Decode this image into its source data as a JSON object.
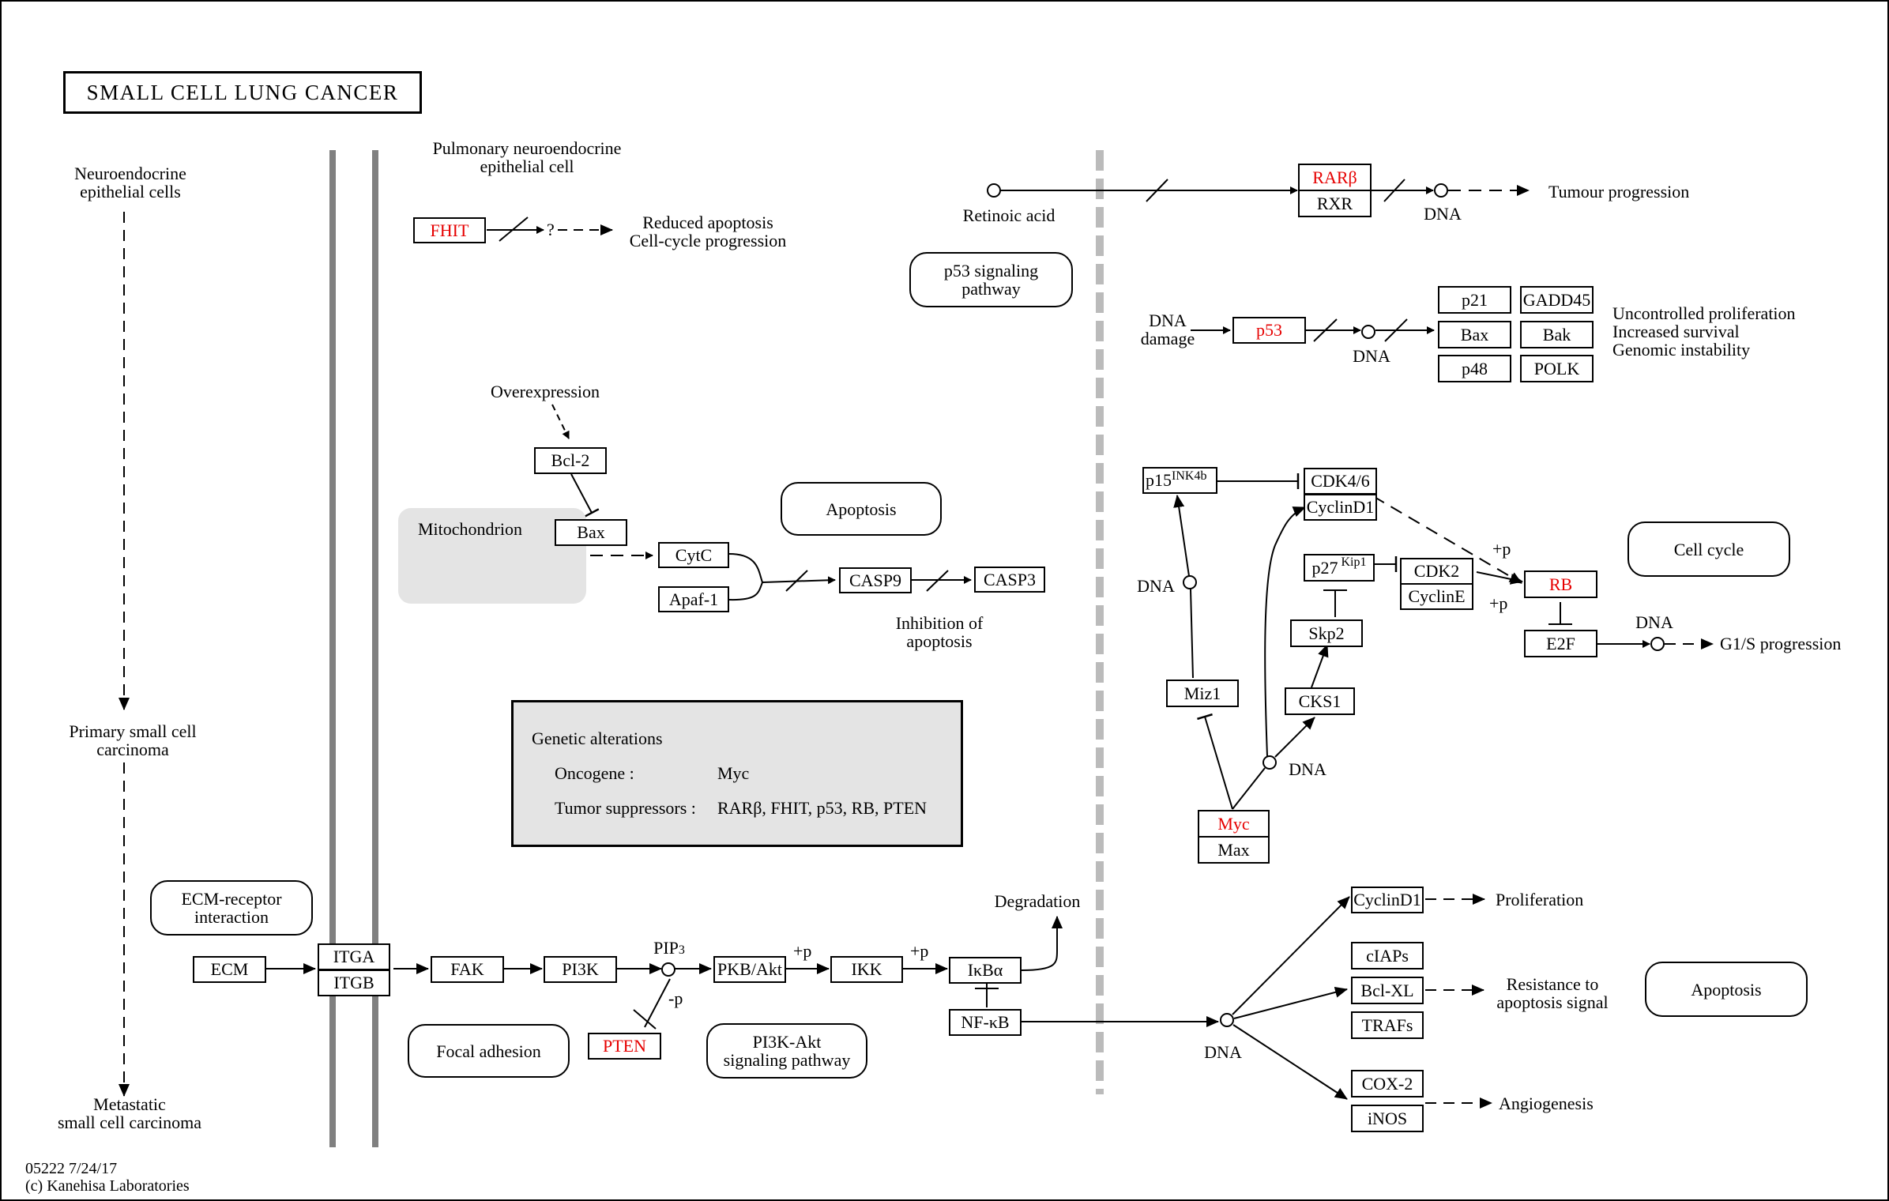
{
  "title": "SMALL CELL LUNG CANCER",
  "footer": {
    "id": "05222 7/24/17",
    "copyright": "(c) Kanehisa Laboratories"
  },
  "progression": {
    "stage1": [
      "Neuroendocrine",
      "epithelial cells"
    ],
    "stage2": [
      "Primary small cell",
      "carcinoma"
    ],
    "stage3": [
      "Metastatic",
      "small cell carcinoma"
    ]
  },
  "cell_label": [
    "Pulmonary neuroendocrine",
    "epithelial cell"
  ],
  "genes": {
    "fhit": "FHIT",
    "bcl2": "Bcl-2",
    "bax": "Bax",
    "cytc": "CytC",
    "apaf1": "Apaf-1",
    "casp9": "CASP9",
    "casp3": "CASP3",
    "ecm": "ECM",
    "itga": "ITGA",
    "itgb": "ITGB",
    "fak": "FAK",
    "pi3k": "PI3K",
    "pkb": "PKB/Akt",
    "ikk": "IKK",
    "ikba": "IκBα",
    "nfkb": "NF-κB",
    "pten": "PTEN",
    "rarb": "RARβ",
    "rxr": "RXR",
    "p53": "p53",
    "p21": "p21",
    "gadd45": "GADD45",
    "bax2": "Bax",
    "bak": "Bak",
    "p48": "p48",
    "polk": "POLK",
    "p15_base": "p15",
    "p15_sup": "INK4b",
    "cdk46": "CDK4/6",
    "cyclind1": "CyclinD1",
    "p27_base": "p27",
    "p27_sup": "Kip1",
    "cdk2": "CDK2",
    "cycline": "CyclinE",
    "rb": "RB",
    "e2f": "E2F",
    "skp2": "Skp2",
    "cks1": "CKS1",
    "miz1": "Miz1",
    "myc": "Myc",
    "max": "Max",
    "cyclind1b": "CyclinD1",
    "ciaps": "cIAPs",
    "bclxl": "Bcl-XL",
    "trafs": "TRAFs",
    "cox2": "COX-2",
    "inos": "iNOS"
  },
  "pathways": {
    "p53": [
      "p53 signaling",
      "pathway"
    ],
    "apoptosis1": "Apoptosis",
    "cellcycle": "Cell cycle",
    "ecm_receptor": [
      "ECM-receptor",
      "interaction"
    ],
    "focal": "Focal adhesion",
    "pi3k_akt": [
      "PI3K-Akt",
      "signaling pathway"
    ],
    "apoptosis2": "Apoptosis"
  },
  "labels": {
    "question": "?",
    "reduced": [
      "Reduced apoptosis",
      "Cell-cycle progression"
    ],
    "overexpression": "Overexpression",
    "mitochondrion": "Mitochondrion",
    "inhibition": [
      "Inhibition of",
      "apoptosis"
    ],
    "retinoic": "Retinoic acid",
    "tumour": "Tumour progression",
    "dna": "DNA",
    "dna_damage": [
      "DNA",
      "damage"
    ],
    "uncontrolled": [
      "Uncontrolled proliferation",
      "Increased survival",
      "Genomic instability"
    ],
    "plus_p": "+p",
    "minus_p": "-p",
    "pip3_base": "PIP",
    "pip3_sub": "3",
    "g1s": "G1/S progression",
    "degradation": "Degradation",
    "proliferation": "Proliferation",
    "resistance": [
      "Resistance to",
      "apoptosis signal"
    ],
    "angiogenesis": "Angiogenesis"
  },
  "genetic_alterations": {
    "heading": "Genetic alterations",
    "oncogene_label": "Oncogene :",
    "oncogene_value": "Myc",
    "suppressor_label": "Tumor suppressors :",
    "suppressor_value": "RARβ, FHIT, p53, RB, PTEN"
  },
  "colors": {
    "mutated_gene": "#e60000",
    "membrane": "#808080",
    "box_border": "#000000",
    "panel_fill": "#e4e4e4"
  }
}
